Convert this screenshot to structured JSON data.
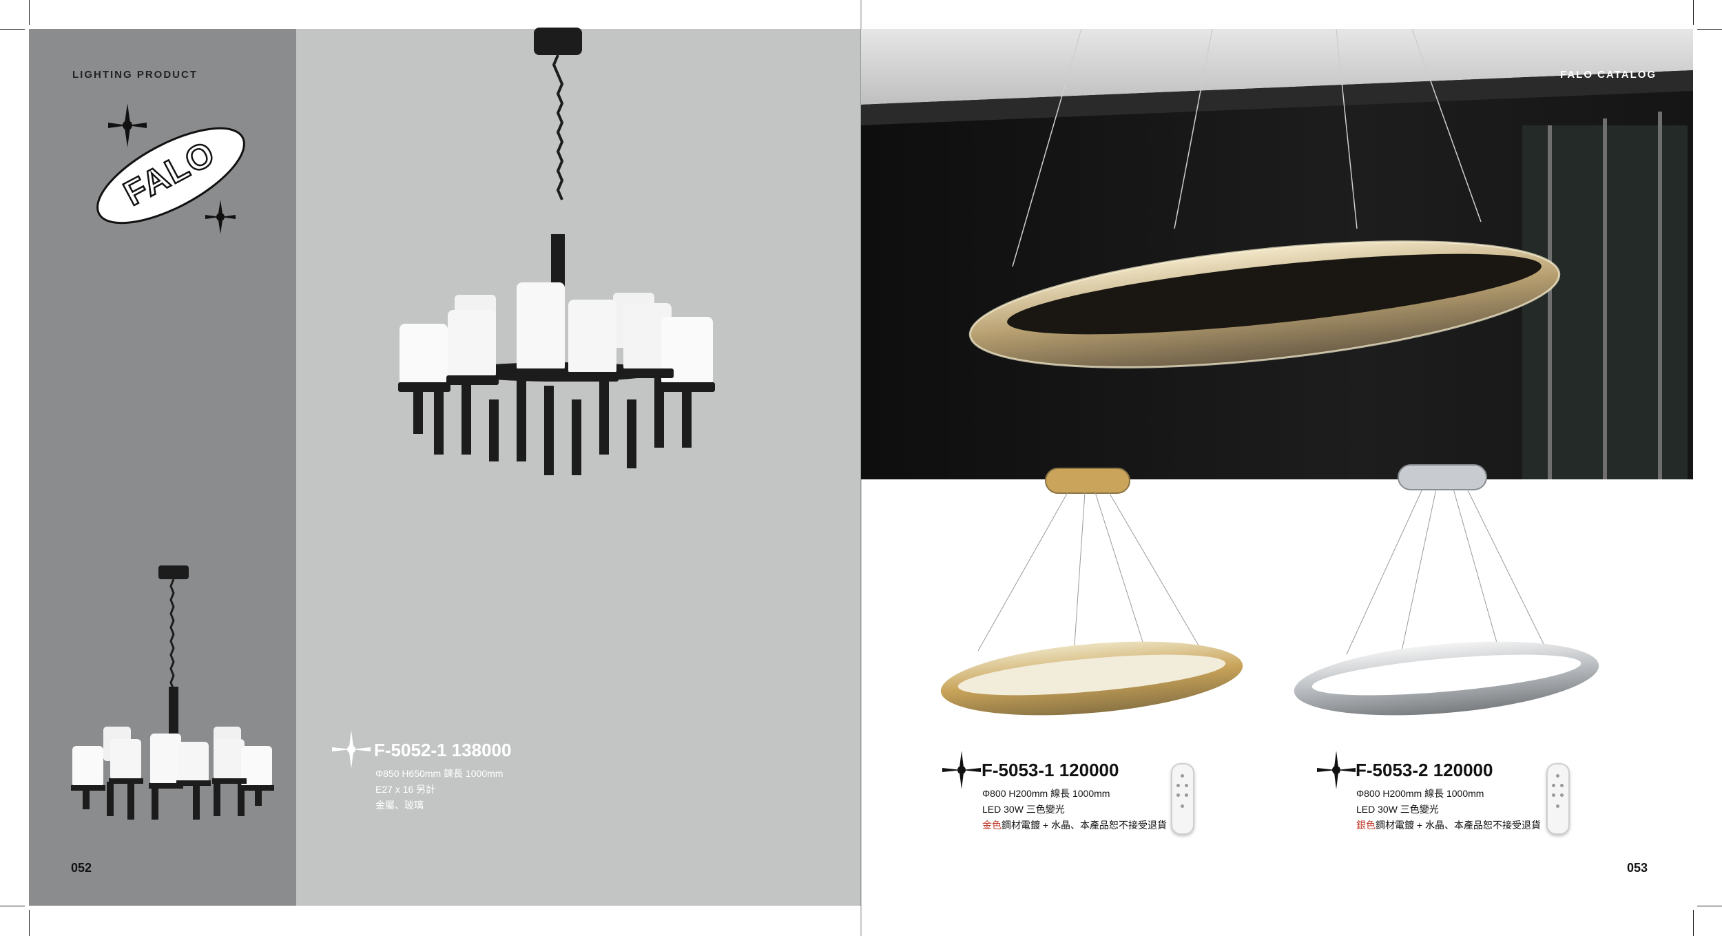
{
  "header": {
    "left_label": "LIGHTING PRODUCT",
    "right_label": "FALO  CATALOG"
  },
  "brand": {
    "logo_text": "FALO"
  },
  "pages": {
    "left": "052",
    "right": "053"
  },
  "products": [
    {
      "model": "F-5052-1 138000",
      "specs": [
        "Φ850 H650mm 鍊長 1000mm",
        "E27 x 16 另計",
        "金屬、玻璃"
      ]
    },
    {
      "model": "F-5053-1 120000",
      "specs": [
        "Φ800 H200mm 線長 1000mm",
        "LED 30W 三色變光"
      ],
      "finish_highlight": "金色",
      "finish_rest": "鋼材電鍍 + 水晶、本產品恕不接受退貨"
    },
    {
      "model": "F-5053-2 120000",
      "specs": [
        "Φ800 H200mm 線長 1000mm",
        "LED 30W 三色變光"
      ],
      "finish_highlight": "銀色",
      "finish_rest": "鋼材電鍍 + 水晶、本產品恕不接受退貨"
    }
  ],
  "colors": {
    "left_strip": "#8b8c8e",
    "left_page": "#c2c5c3",
    "accent_red": "#c0392b",
    "gold": "#c9a45a",
    "silver": "#b8bcc0"
  }
}
